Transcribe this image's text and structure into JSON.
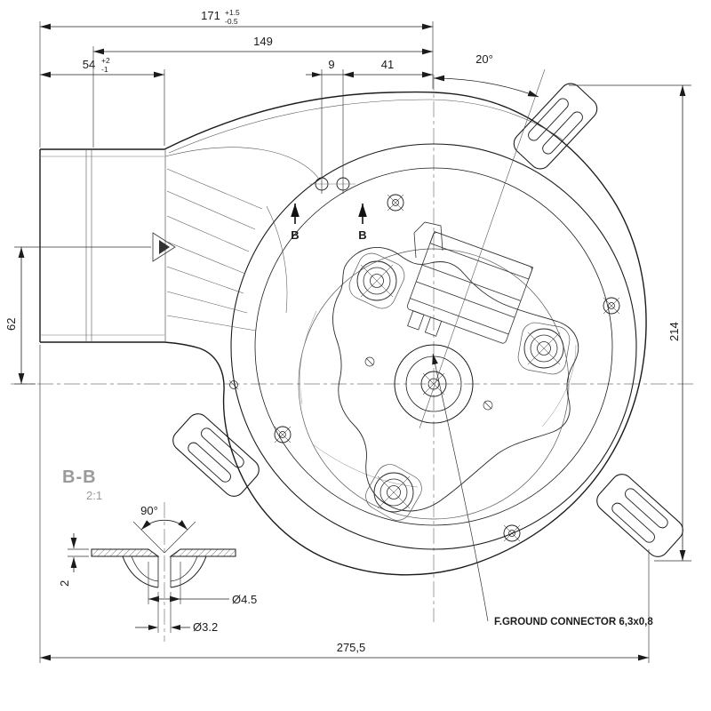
{
  "meta": {
    "description": "Technical engineering drawing of a centrifugal blower fan with motor, mounting brackets and section view",
    "colors": {
      "line": "#1b1b1b",
      "dim_text": "#1f1f1f",
      "muted_label": "#9a9a9a",
      "background": "#ffffff"
    }
  },
  "dims": {
    "w171": {
      "v": "171",
      "tp": "+1.5",
      "tm": "-0.5"
    },
    "w149": "149",
    "w54": {
      "v": "54",
      "tp": "+2",
      "tm": "-1"
    },
    "w9": "9",
    "w41": "41",
    "a20": "20°",
    "h62": "62",
    "h214": "214",
    "w275": "275,5"
  },
  "section": {
    "title": "B-B",
    "scale": "2:1",
    "marker_b": "B",
    "a90": "90°",
    "t2": "2",
    "d45": "Ø4.5",
    "d32": "Ø3.2"
  },
  "callout": {
    "ground": "F.GROUND CONNECTOR 6,3x0,8"
  }
}
